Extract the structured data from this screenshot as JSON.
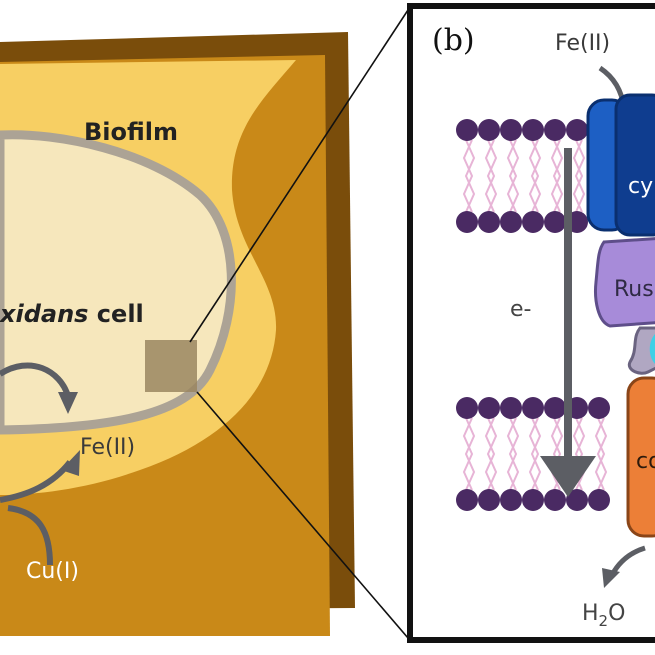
{
  "labels": {
    "biofilm": "Biofilm",
    "cell_italic": "xidans",
    "cell_rest": " cell",
    "fe_left": "Fe(II)",
    "cu": "Cu(I)",
    "panel": "(b)",
    "fe_top": "Fe(II)",
    "electron": "e-",
    "protein_top": "cy",
    "protein_rus": "Rus",
    "protein_bottom": "co",
    "water_base": "H",
    "water_sub": "2",
    "water_end": "O"
  },
  "colors": {
    "outer_dark": "#7a4d0b",
    "outer_mid": "#c98918",
    "biofilm_fill": "#f7cf63",
    "cell_fill": "#f6e7bc",
    "cell_stroke": "#aca395",
    "arrow_gray": "#5c5e64",
    "lipid_head": "#4a2a63",
    "lipid_tail": "#e7b4d6",
    "protein_blue": "#1d5fc4",
    "protein_navy": "#0f3d8f",
    "protein_purple": "#a78bd9",
    "protein_cyan": "#3fd0e6",
    "protein_orange": "#ec7f37"
  }
}
